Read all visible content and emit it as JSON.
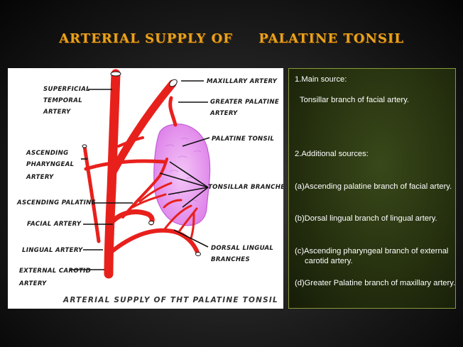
{
  "slide": {
    "title": "ARTERIAL SUPPLY OF     PALATINE TONSIL"
  },
  "diagram": {
    "labels": {
      "superficial_temporal": [
        "SUPERFICIAL",
        "TEMPORAL",
        "ARTERY"
      ],
      "maxillary": "MAXILLARY ARTERY",
      "greater_palatine": [
        "GREATER PALATINE",
        "ARTERY"
      ],
      "palatine_tonsil": "PALATINE TONSIL",
      "ascending_pharyngeal": [
        "ASCENDING",
        "PHARYNGEAL",
        "ARTERY"
      ],
      "tonsillar_branches": "TONSILLAR BRANCHES",
      "ascending_palatine": "ASCENDING PALATINE",
      "facial": "FACIAL ARTERY",
      "dorsal_lingual": [
        "DORSAL LINGUAL",
        "BRANCHES"
      ],
      "lingual": "LINGUAL ARTERY",
      "external_carotid": [
        "EXTERNAL CAROTID",
        "ARTERY"
      ]
    },
    "caption": "ARTERIAL SUPPLY OF THT PALATINE TONSIL",
    "colors": {
      "artery": "#e8201c",
      "tonsil": "#e79bf0",
      "tonsil_border": "#c25bd6"
    }
  },
  "text_panel": {
    "main_heading": "1.Main source:",
    "main_text": "Tonsillar branch of facial artery.",
    "additional_heading": "2.Additional sources:",
    "items": [
      "(a)Ascending palatine branch of facial artery.",
      "(b)Dorsal lingual branch of lingual artery.",
      "(c)Ascending pharyngeal branch of external carotid artery.",
      "(d)Greater Palatine branch of maxillary artery."
    ]
  }
}
